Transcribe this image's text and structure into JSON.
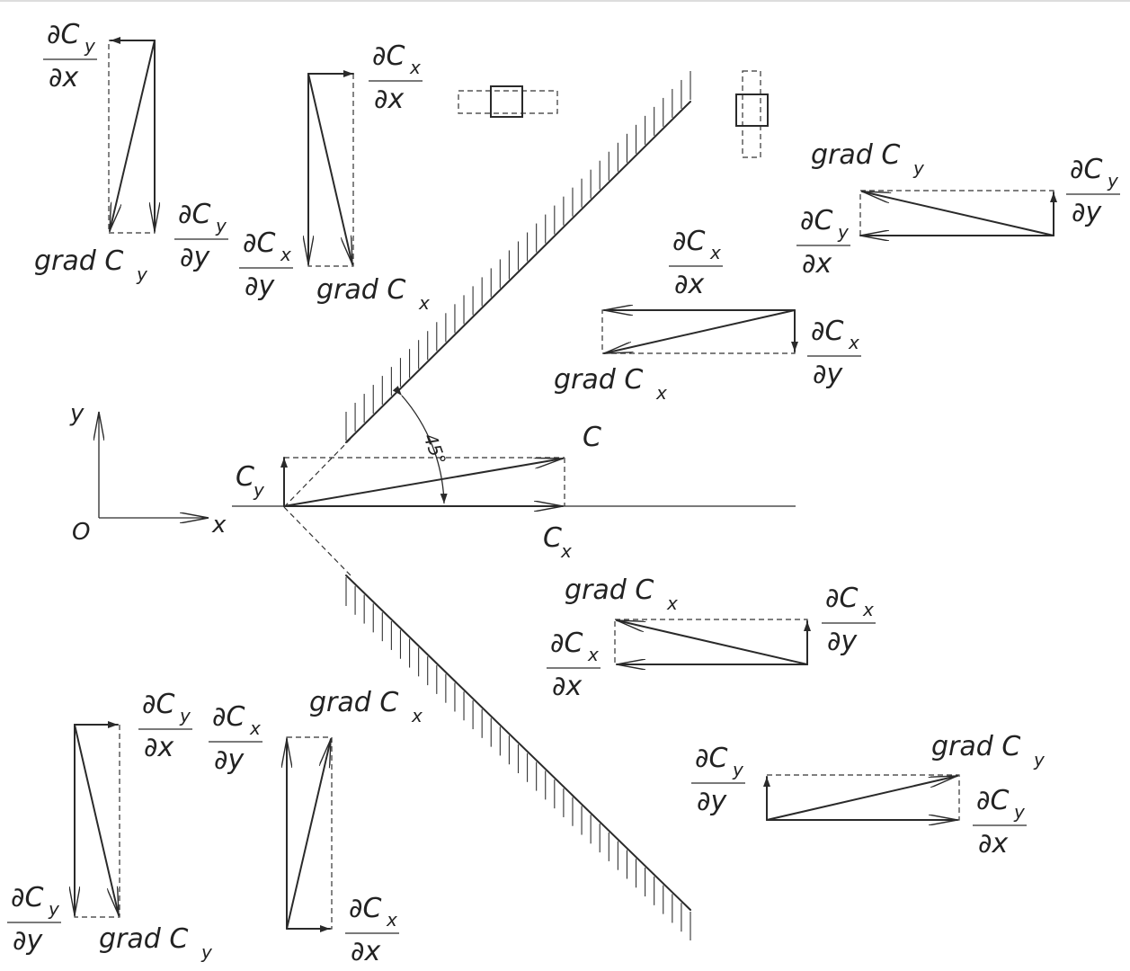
{
  "labels": {
    "grad": "grad",
    "partial": "∂",
    "C": "C",
    "x": "x",
    "y": "y",
    "O": "O",
    "angle": "45°"
  }
}
